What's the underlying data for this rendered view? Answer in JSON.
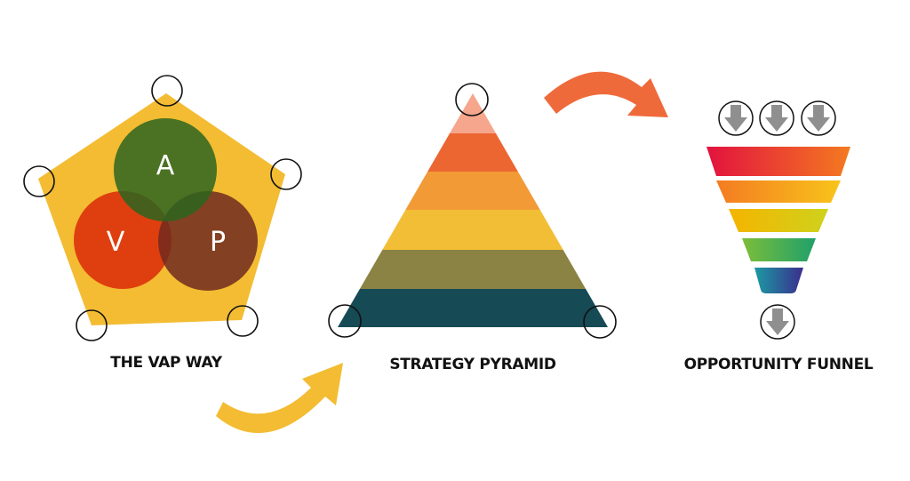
{
  "vap": {
    "caption": "THE VAP WAY",
    "letters": {
      "a": "A",
      "v": "V",
      "p": "P"
    },
    "colors": {
      "pentagon": "#F3BC32",
      "circle_a": "#2E8A9E",
      "circle_v": "#E8473A",
      "circle_p": "#773A9A"
    }
  },
  "pyramid": {
    "caption": "STRATEGY PYRAMID",
    "layer_colors": [
      "#F5A68C",
      "#EC6632",
      "#F29A35",
      "#F2BE36",
      "#8A8344",
      "#164A55"
    ]
  },
  "funnel": {
    "caption": "OPPORTUNITY FUNNEL",
    "layer_gradients": [
      [
        "#E2123F",
        "#F47A20"
      ],
      [
        "#F47B22",
        "#F8C41A"
      ],
      [
        "#F5B400",
        "#CFD21C"
      ],
      [
        "#7CBE3A",
        "#1FA06A"
      ],
      [
        "#1C9AA3",
        "#3A2E8E"
      ]
    ],
    "arrow_icon": "down-arrow-icon",
    "arrow_color": "#8F8F8F"
  },
  "connectors": {
    "bottom_arrow_color": "#F3BC32",
    "top_arrow_color": "#EF6A3A"
  }
}
